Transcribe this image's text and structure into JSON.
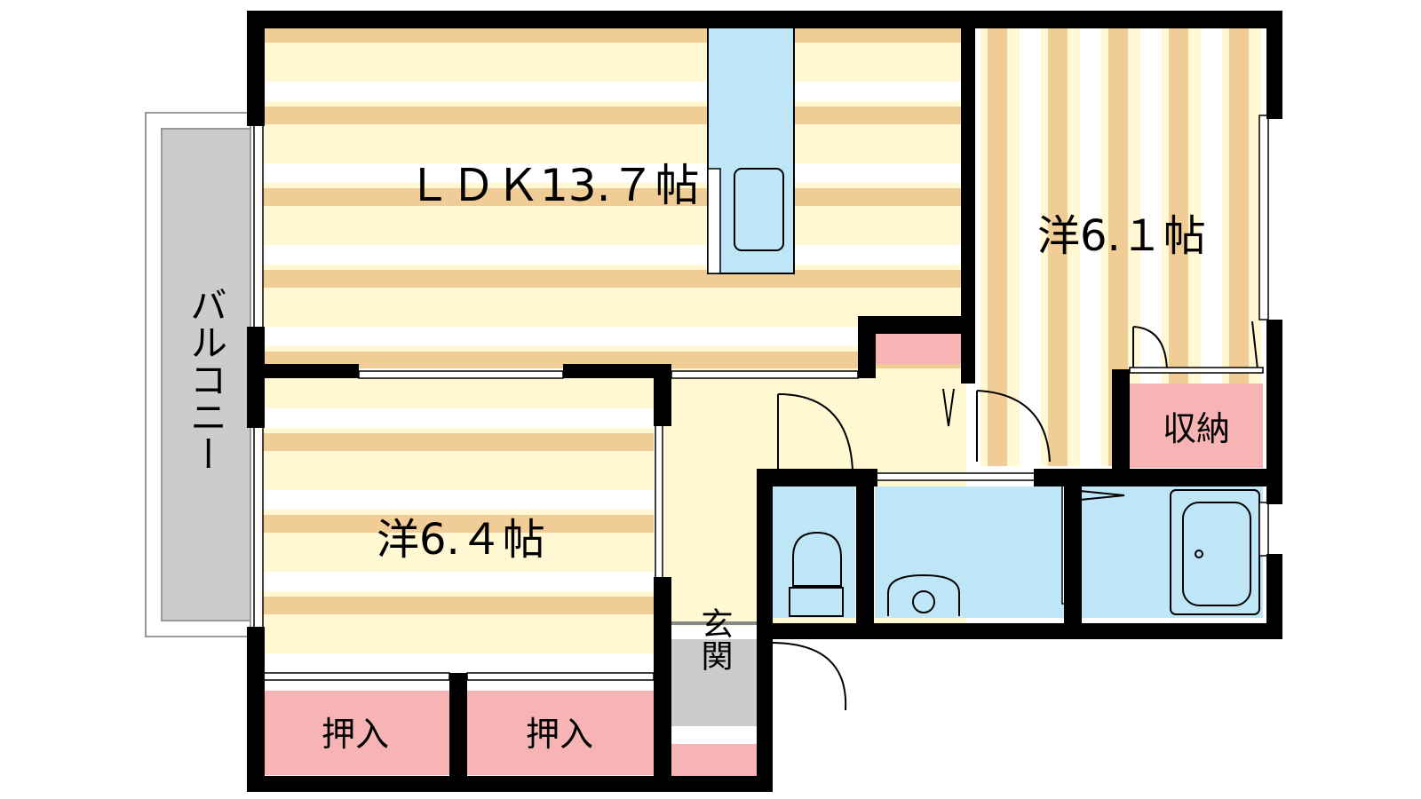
{
  "rooms": {
    "ldk": "ＬＤＫ13.７帖",
    "western_right": "洋6.１帖",
    "western_left": "洋6.４帖",
    "balcony": "バルコニー",
    "storage_right": "収納",
    "closet_left": "押入",
    "closet_right": "押入",
    "entrance": "玄関"
  },
  "colors": {
    "wall": "#000000",
    "floor_light": "#fff8d2",
    "floor_stripe": "#f0cc96",
    "storage": "#f6b4b4",
    "wet_area": "#bfe6f6",
    "balcony": "#cccccc",
    "entrance": "#cccccc"
  }
}
